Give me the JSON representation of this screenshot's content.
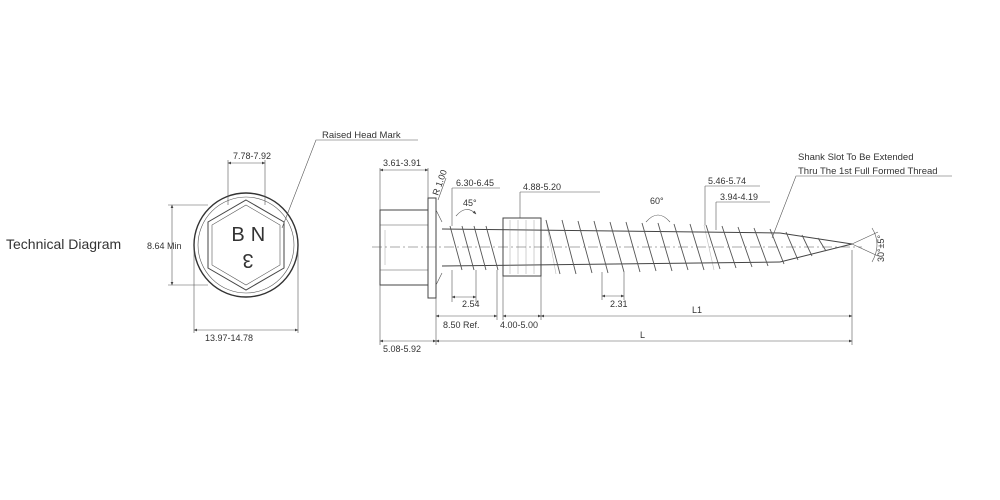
{
  "title": "Technical Diagram",
  "head_view": {
    "head_mark_letters": [
      "B",
      "N",
      "3"
    ],
    "callout": "Raised Head Mark",
    "dims": {
      "hex_width": "7.78-7.92",
      "hex_height": "8.64 Min",
      "flange_diameter": "13.97-14.78"
    }
  },
  "side_view": {
    "dims": {
      "head_height": "3.61-3.91",
      "radius": "R 1.00",
      "thread_major_1": "6.30-6.45",
      "chamfer_angle": "45°",
      "slot_section": "4.88-5.20",
      "thread_angle": "60°",
      "thread_major_2": "5.46-5.74",
      "thread_minor": "3.94-4.19",
      "pitch_1": "2.54",
      "pitch_2": "2.31",
      "lead_length": "8.50 Ref.",
      "slot_length": "4.00-5.00",
      "l1": "L1",
      "l": "L",
      "flange_thickness": "5.08-5.92",
      "tip_angle": "30°±5°"
    },
    "notes": [
      "Shank Slot To Be Extended",
      "Thru The 1st Full Formed Thread"
    ]
  }
}
